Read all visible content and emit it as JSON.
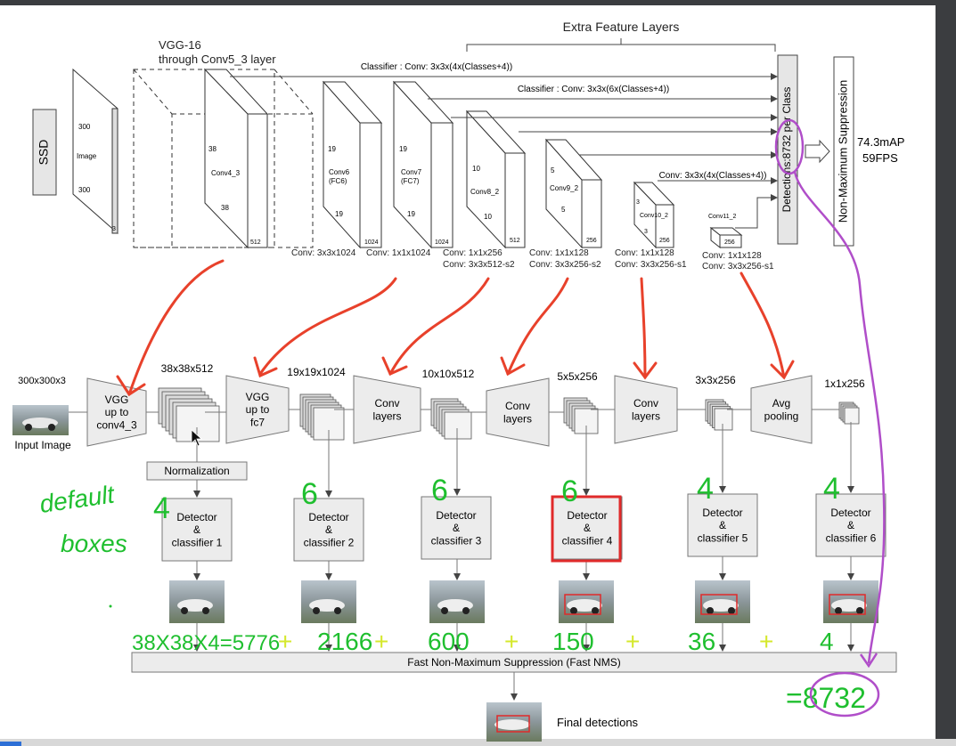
{
  "colors": {
    "annotation_red": "#e8412b",
    "annotation_green": "#1fbf2f",
    "annotation_yellow": "#d5e82c",
    "annotation_purple": "#b04ec9",
    "highlight_red": "#e02a2a",
    "block_fill": "#ececec"
  },
  "ssd": {
    "label": "SSD",
    "vgg_title": "VGG-16",
    "vgg_subtitle": "through Conv5_3 layer",
    "extra_layers": "Extra Feature Layers",
    "image": {
      "label": "Image",
      "top": "300",
      "bottom": "300",
      "depth": "3"
    },
    "conv4": {
      "label": "Conv4_3",
      "top": "38",
      "bottom": "38",
      "depth": "512"
    },
    "conv6": {
      "label": "Conv6",
      "sub": "(FC6)",
      "top": "19",
      "bottom": "19",
      "depth": "1024",
      "op": "Conv: 3x3x1024"
    },
    "conv7": {
      "label": "Conv7",
      "sub": "(FC7)",
      "top": "19",
      "bottom": "19",
      "depth": "1024",
      "op": "Conv: 1x1x1024"
    },
    "conv8": {
      "label": "Conv8_2",
      "top": "10",
      "bottom": "10",
      "depth": "512",
      "op1": "Conv: 1x1x256",
      "op2": "Conv:  3x3x512-s2"
    },
    "conv9": {
      "label": "Conv9_2",
      "top": "5",
      "bottom": "5",
      "depth": "256",
      "op1": "Conv: 1x1x128",
      "op2": "Conv: 3x3x256-s2"
    },
    "conv10": {
      "label": "Conv10_2",
      "top": "3",
      "bottom": "3",
      "depth": "256",
      "op1": "Conv: 1x1x128",
      "op2": "Conv: 3x3x256-s1"
    },
    "conv11": {
      "label": "Conv11_2",
      "depth": "256",
      "op1": "Conv: 1x1x128",
      "op2": "Conv: 3x3x256-s1"
    },
    "classifier1": "Classifier : Conv: 3x3x(4x(Classes+4))",
    "classifier2": "Classifier : Conv: 3x3x(6x(Classes+4))",
    "classifier3": "Conv: 3x3x(4x(Classes+4))",
    "detections": "Detections:8732 per Class",
    "nms": "Non-Maximum Suppression",
    "map": "74.3mAP",
    "fps": "59FPS"
  },
  "pipeline": {
    "input_size": "300x300x3",
    "input_label": "Input Image",
    "stages": [
      {
        "label": "VGG\nup to\nconv4_3"
      },
      {
        "label": "VGG\nup to\nfc7"
      },
      {
        "label": "Conv\nlayers"
      },
      {
        "label": "Conv\nlayers"
      },
      {
        "label": "Conv\nlayers"
      },
      {
        "label": "Avg\npooling"
      }
    ],
    "sizes": [
      "38x38x512",
      "19x19x1024",
      "10x10x512",
      "5x5x256",
      "3x3x256",
      "1x1x256"
    ],
    "normalization": "Normalization",
    "detectors": [
      "Detector\n&\nclassifier 1",
      "Detector\n&\nclassifier 2",
      "Detector\n&\nclassifier 3",
      "Detector\n&\nclassifier 4",
      "Detector\n&\nclassifier 5",
      "Detector\n&\nclassifier 6"
    ],
    "fast_nms": "Fast Non-Maximum Suppression (Fast NMS)",
    "final": "Final detections"
  },
  "annotations": {
    "default_line1": "default",
    "default_line2": "boxes",
    "counts": [
      "4",
      "6",
      "6",
      "6",
      "4",
      "4"
    ],
    "sum": [
      "38X38X4=5776",
      "+",
      "2166",
      "+",
      "600",
      "+",
      "150",
      "+",
      "36",
      "+",
      "4"
    ],
    "total": "=8732"
  }
}
